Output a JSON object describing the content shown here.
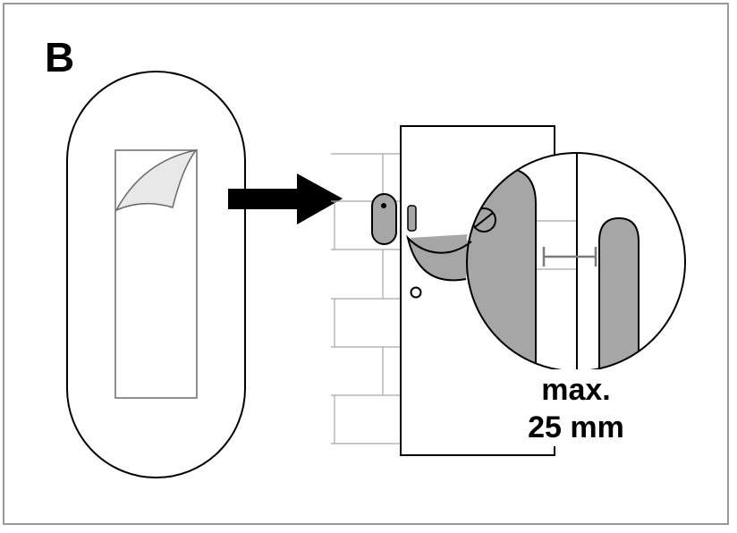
{
  "step": {
    "letter": "B"
  },
  "caption": {
    "line1": "max.",
    "line2": "25 mm"
  },
  "colors": {
    "stroke": "#000000",
    "frame": "#9a9a9a",
    "wall_lines": "#a8a8a8",
    "sensor_fill": "#a6a6a6",
    "sticker_fill": "#e8e8e8",
    "arrow": "#000000",
    "measure": "#7a7a7a"
  },
  "icons": {
    "step_card": "adhesive-strip-card",
    "peel": "peel-corner-icon",
    "arrow": "right-arrow-icon",
    "door": "door-icon",
    "sensor": "contact-sensor-icon",
    "magnet": "magnet-icon",
    "zoom": "magnifier-callout"
  }
}
